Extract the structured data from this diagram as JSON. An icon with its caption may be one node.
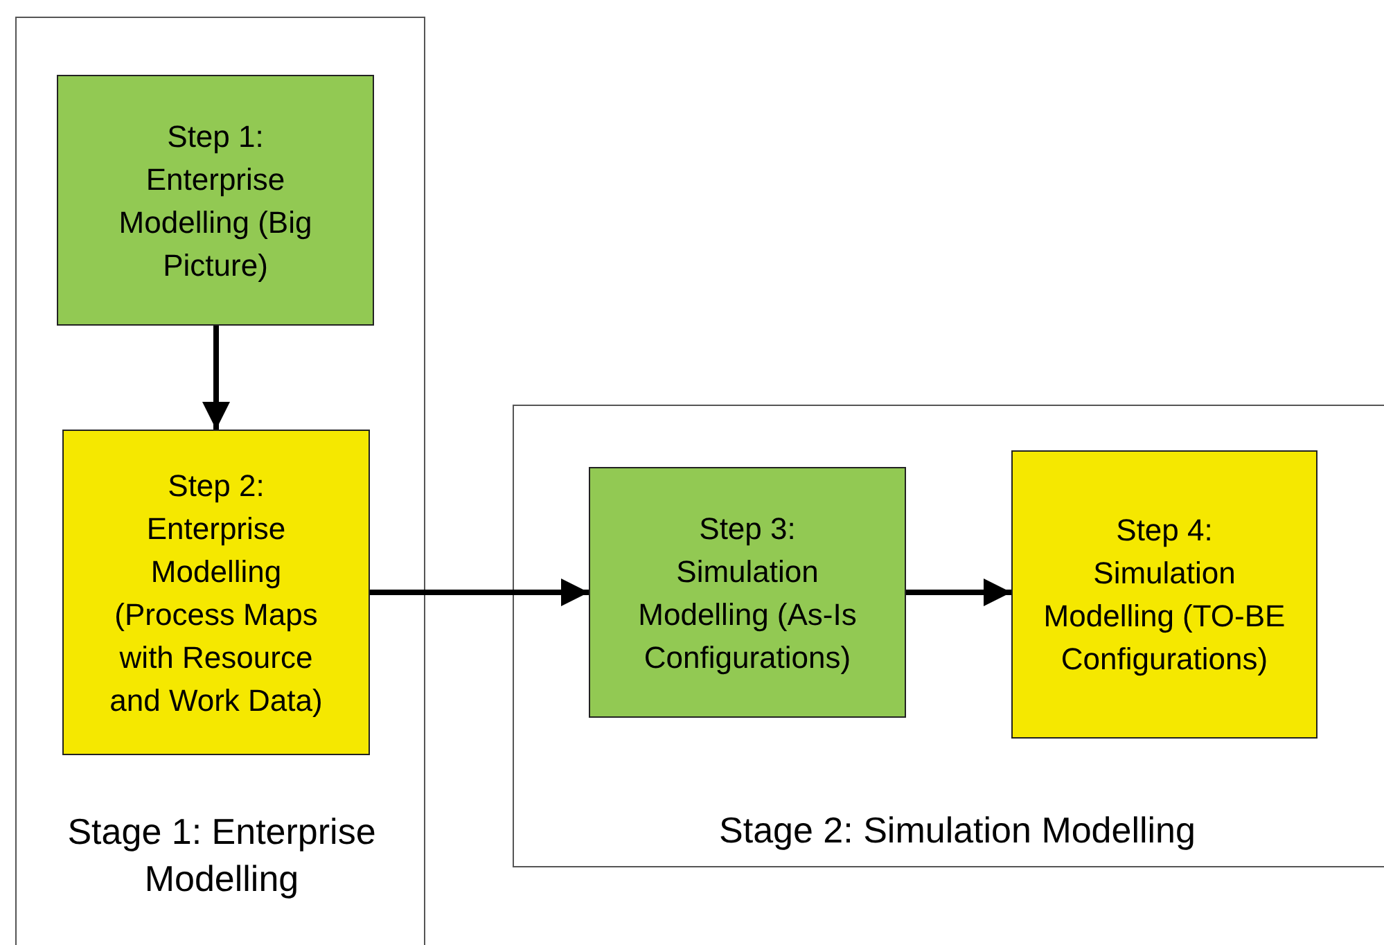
{
  "diagram": {
    "nodes": [
      {
        "text": [
          "Stage 1: Enterprise Modelling"
        ]
      },
      {
        "text": [
          "Step 1: Enterprise Modelling (Big Picture)"
        ],
        "in": 0
      },
      {
        "text": [
          "Step 2: Enterprise Modelling (Process Maps with Resource and Work Data)"
        ],
        "in": 0
      },
      {
        "text": [
          "Stage 2: Simulation Modelling"
        ]
      },
      {
        "text": [
          "Step 3: Simulation Modelling (As-Is Configurations)"
        ],
        "in": 3
      },
      {
        "text": [
          "Step 4: Simulation Modelling (TO-BE Configurations)"
        ],
        "in": 3
      }
    ],
    "edges": [
      {
        "from": 1,
        "to": 2,
        "arrow": "to"
      },
      {
        "from": 2,
        "to": 4,
        "arrow": "to"
      },
      {
        "from": 4,
        "to": 5,
        "arrow": "to"
      }
    ]
  }
}
